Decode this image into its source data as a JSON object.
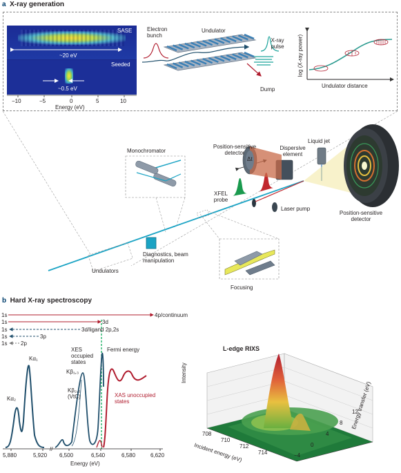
{
  "panel_a": {
    "letter": "a",
    "title": "X-ray generation",
    "spectrum": {
      "sase_label": "SASE",
      "seeded_label": "Seeded",
      "sase_width": "~20 eV",
      "seeded_width": "~0.5 eV",
      "xaxis_label": "Energy (eV)",
      "ticks": [
        "−10",
        "−5",
        "0",
        "5",
        "10"
      ]
    },
    "undulator": {
      "electron_bunch": "Electron bunch",
      "undulator": "Undulator",
      "xray_pulse": "X-ray pulse",
      "dump": "Dump"
    },
    "gain": {
      "ylabel": "log (X-ray power)",
      "xlabel": "Undulator distance"
    },
    "setup": {
      "monochromator": "Monochromator",
      "position_sensitive_detector_1": "Position-sensitive detector",
      "dispersive_element": "Dispersive element",
      "liquid_jet": "Liquid jet",
      "position_sensitive_detector_2": "Position-sensitive detector",
      "delta_t": "Δt",
      "xfel_probe": "XFEL probe",
      "laser_pump": "Laser pump",
      "diagnostics": "Diagnostics, beam manipulation",
      "undulators": "Undulators",
      "focusing": "Focusing"
    }
  },
  "panel_b": {
    "letter": "b",
    "title": "Hard X-ray spectroscopy",
    "transitions": [
      {
        "from": "1s",
        "to": "4p/continuum",
        "dir": "right",
        "style": "solid"
      },
      {
        "from": "1s",
        "to": "3d",
        "dir": "right",
        "style": "solid"
      },
      {
        "from": "1s",
        "to": "3d/ligand 2p,2s",
        "dir": "left",
        "style": "dashed"
      },
      {
        "from": "1s",
        "to": "3p",
        "dir": "left",
        "style": "dashed"
      },
      {
        "from": "1s",
        "to": "2p",
        "dir": "left",
        "style": "dashed"
      }
    ],
    "fermi_label": "Fermi energy",
    "xes_label": "XES occupied states",
    "xas_label": "XAS unoccupied states",
    "peaks": {
      "ka2": "Kα₂",
      "ka1": "Kα₁",
      "kb13": "Kβ₁,₃",
      "kb25": "Kβ₂,₅ (VtC)"
    },
    "xaxis_label": "Energy (eV)",
    "ticks": [
      "5,880",
      "5,920",
      "6,500",
      "6,540",
      "6,580",
      "6,620"
    ],
    "colors": {
      "xes": "#1f4e6b",
      "xas": "#b01c2e",
      "fermi": "#00a651"
    }
  },
  "rixs": {
    "title": "L-edge RIXS",
    "zlabel": "Intensity",
    "xlabel": "Incident energy (eV)",
    "ylabel": "Energy transfer (eV)",
    "xticks": [
      "708",
      "710",
      "712",
      "714"
    ],
    "yticks": [
      "−4",
      "0",
      "4",
      "8",
      "12"
    ]
  }
}
